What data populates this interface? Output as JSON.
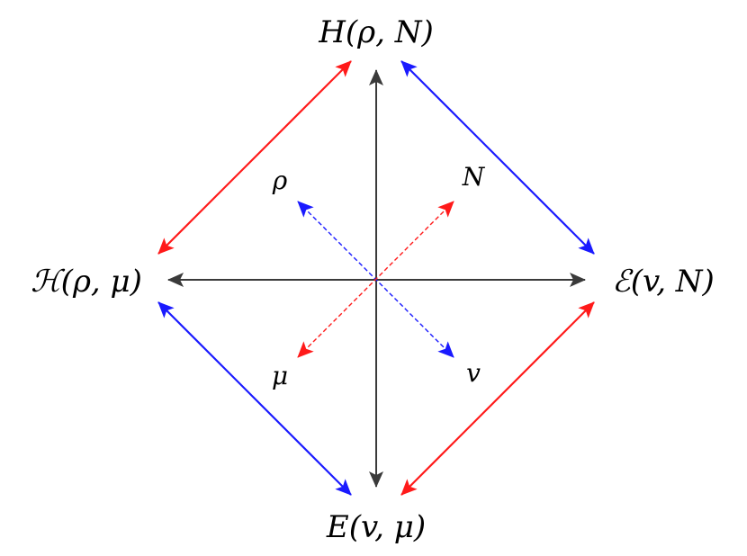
{
  "colors": {
    "red": "#ff1a1a",
    "blue": "#1a1aff",
    "axis": "#3a3a3a"
  },
  "nodes": {
    "top": "H(ρ, N)",
    "left": "ℋ(ρ, μ)",
    "right": "ℰ(v, N)",
    "bottom": "E(v, μ)"
  },
  "variables": {
    "rho": "ρ",
    "N": "N",
    "mu": "μ",
    "v": "v"
  },
  "edges": [
    {
      "from": "left",
      "to": "top",
      "color": "red",
      "style": "solid",
      "arrows": "both"
    },
    {
      "from": "top",
      "to": "right",
      "color": "blue",
      "style": "solid",
      "arrows": "both"
    },
    {
      "from": "left",
      "to": "bottom",
      "color": "blue",
      "style": "solid",
      "arrows": "both"
    },
    {
      "from": "bottom",
      "to": "right",
      "color": "red",
      "style": "solid",
      "arrows": "both"
    },
    {
      "from": "center",
      "to": "top",
      "color": "axis",
      "style": "solid",
      "arrows": "both"
    },
    {
      "from": "center",
      "to": "left",
      "color": "axis",
      "style": "solid",
      "arrows": "both"
    },
    {
      "from": "center",
      "to": "rho",
      "color": "blue",
      "style": "dashed",
      "arrows": "both"
    },
    {
      "from": "center",
      "to": "N",
      "color": "red",
      "style": "dashed",
      "arrows": "both"
    }
  ]
}
